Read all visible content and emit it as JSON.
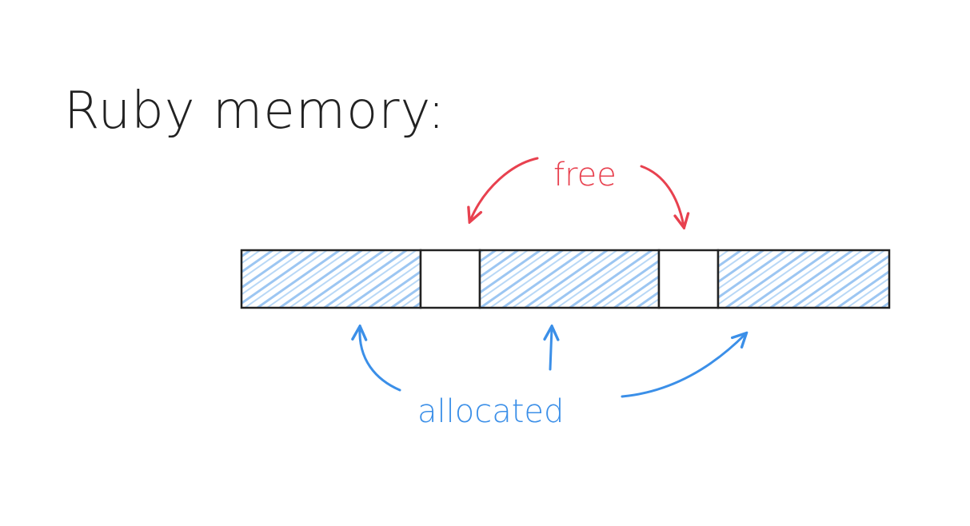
{
  "title": "Ruby memory:",
  "labels": {
    "free": "free",
    "allocated": "allocated"
  },
  "memory_blocks": [
    {
      "state": "allocated"
    },
    {
      "state": "free"
    },
    {
      "state": "allocated"
    },
    {
      "state": "free"
    },
    {
      "state": "allocated"
    }
  ],
  "colors": {
    "ink": "#222222",
    "free": "#e8414f",
    "allocated": "#3b8fe8",
    "allocated_fill": "#9cc6f2"
  }
}
